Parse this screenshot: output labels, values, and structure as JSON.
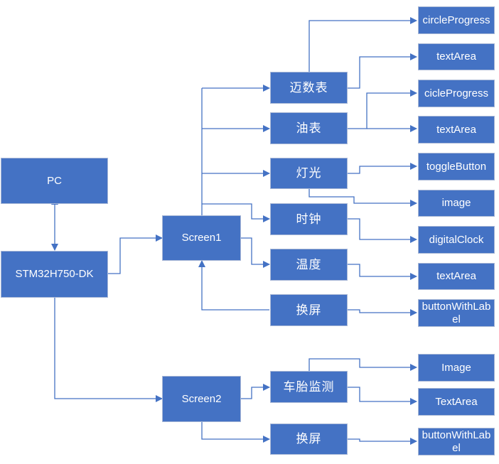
{
  "colors": {
    "node_fill": "#4472c4",
    "node_border": "#a9b8d6",
    "connector": "#4472c4",
    "text": "#ffffff"
  },
  "nodes": {
    "pc": "PC",
    "board": "STM32H750-DK",
    "screen1": "Screen1",
    "screen2": "Screen2",
    "s1_speedometer": "迈数表",
    "s1_fuel": "油表",
    "s1_light": "灯光",
    "s1_clock": "时钟",
    "s1_temp": "温度",
    "s1_switch": "换屏",
    "s2_tire": "车胎监测",
    "s2_switch": "换屏",
    "w_circle_progress": "circleProgress",
    "w_text_area_1": "textArea",
    "w_cicle_progress": "cicleProgress",
    "w_text_area_2": "textArea",
    "w_toggle_button": "toggleButton",
    "w_image": "image",
    "w_digital_clock": "digitalClock",
    "w_text_area_3": "textArea",
    "w_button_with_label_1": "buttonWithLabel",
    "w_image_2": "Image",
    "w_text_area_4": "TextArea",
    "w_button_with_label_2": "buttonWithLabel"
  }
}
